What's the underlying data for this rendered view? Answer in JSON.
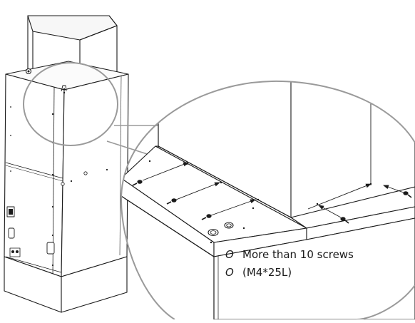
{
  "callout": {
    "note_line1": "More than 10 screws",
    "note_line2": "(M4*25L)",
    "bullet_symbol": "O"
  },
  "colors": {
    "line": "#1a1a1a",
    "magnifier_outline": "#9a9a9a",
    "background": "#ffffff"
  }
}
